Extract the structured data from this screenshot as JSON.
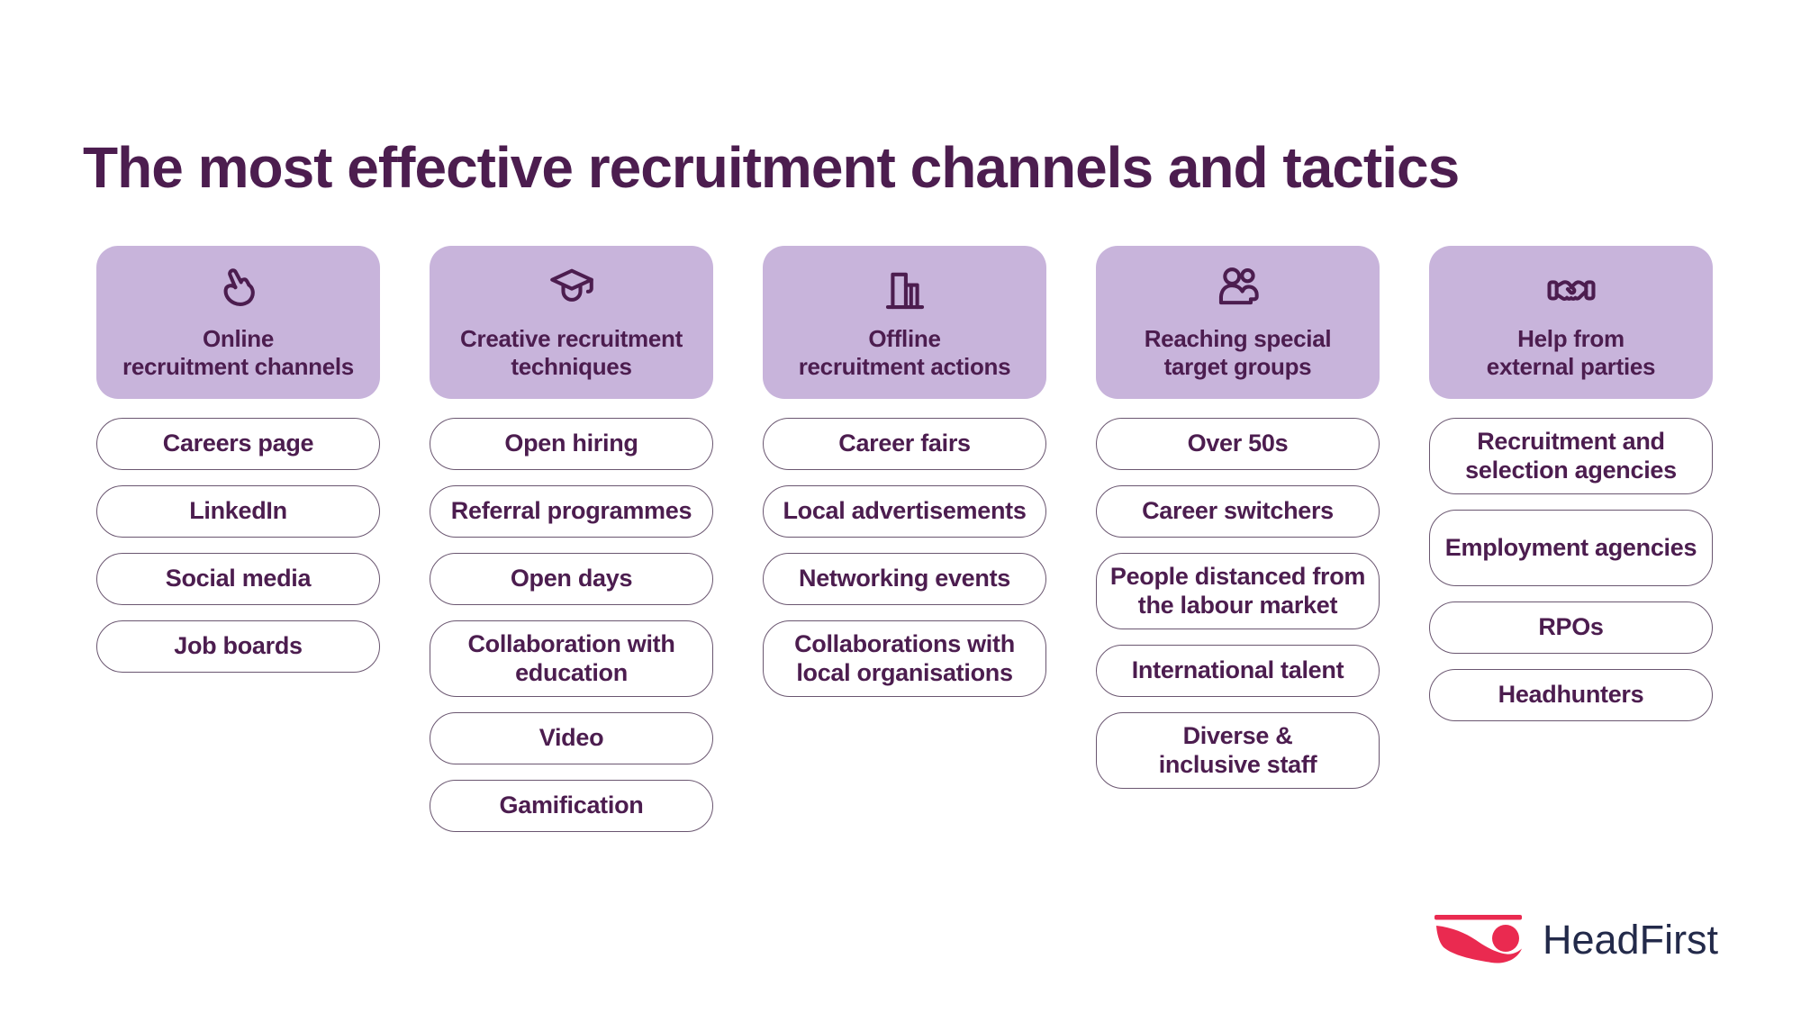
{
  "page": {
    "title": "The most effective recruitment channels and tactics",
    "background": "#ffffff"
  },
  "theme": {
    "heading_color": "#4c1d4f",
    "card_background": "#c8b4db",
    "pill_border_color": "#6a5670",
    "pill_text_color": "#4c1d4f",
    "logo_red": "#ea2a50",
    "logo_text_color": "#232a4a"
  },
  "columns": [
    {
      "icon": "pointer-hand-icon",
      "title": "Online\nrecruitment channels",
      "items": [
        "Careers page",
        "LinkedIn",
        "Social media",
        "Job boards"
      ]
    },
    {
      "icon": "graduation-cap-icon",
      "title": "Creative recruitment\ntechniques",
      "items": [
        "Open hiring",
        "Referral programmes",
        "Open days",
        "Collaboration with\neducation",
        "Video",
        "Gamification"
      ]
    },
    {
      "icon": "buildings-icon",
      "title": "Offline\nrecruitment actions",
      "items": [
        "Career fairs",
        "Local advertisements",
        "Networking events",
        "Collaborations with\nlocal organisations"
      ]
    },
    {
      "icon": "people-icon",
      "title": "Reaching special\ntarget groups",
      "items": [
        "Over 50s",
        "Career switchers",
        "People distanced from\nthe labour market",
        "International talent",
        "Diverse &\ninclusive staff"
      ]
    },
    {
      "icon": "handshake-icon",
      "title": "Help from\nexternal parties",
      "items": [
        "Recruitment and\nselection agencies",
        "Employment agencies",
        "RPOs",
        "Headhunters"
      ]
    }
  ],
  "logo": {
    "text": "HeadFirst"
  }
}
